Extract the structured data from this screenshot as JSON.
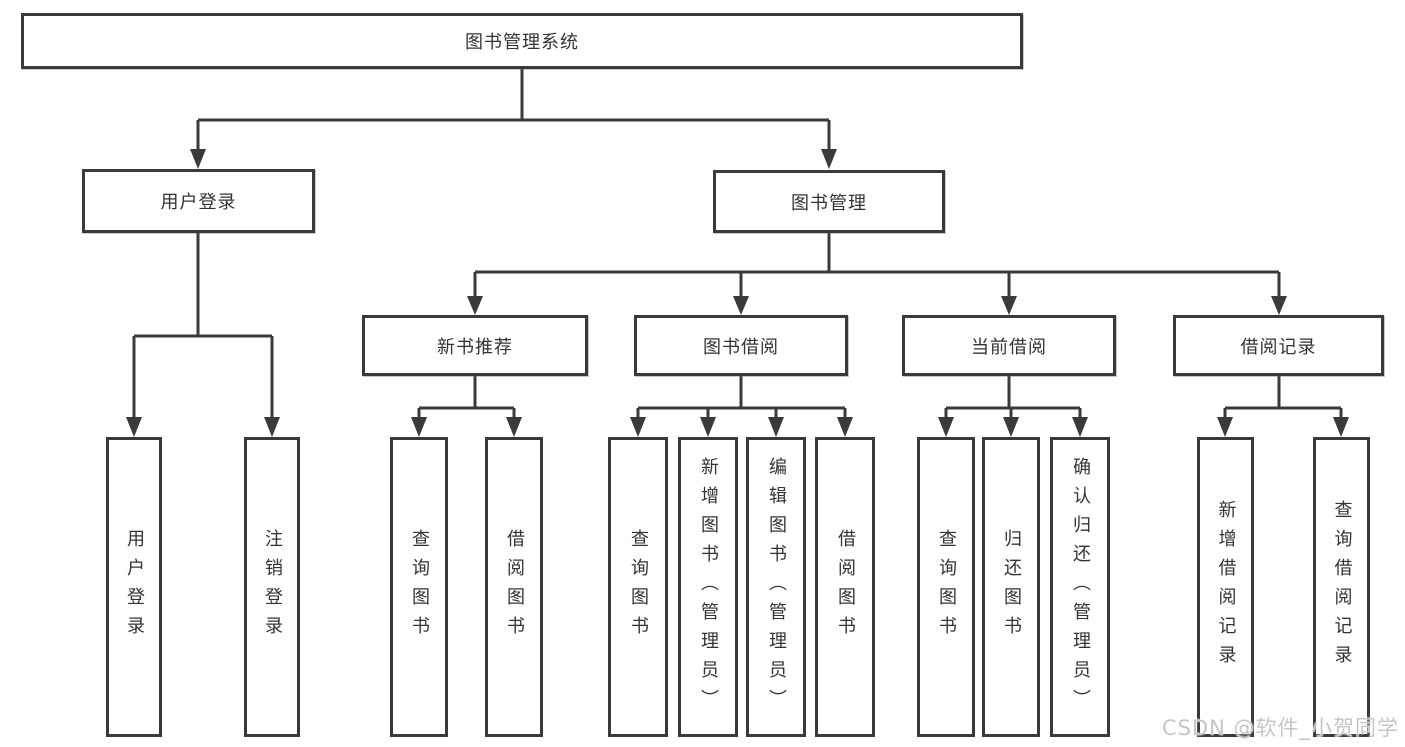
{
  "diagram": {
    "root": {
      "label": "图书管理系统",
      "children": [
        {
          "label": "用户登录",
          "children": [
            {
              "label": "用户登录"
            },
            {
              "label": "注销登录"
            }
          ]
        },
        {
          "label": "图书管理",
          "children": [
            {
              "label": "新书推荐",
              "children": [
                {
                  "label": "查询图书"
                },
                {
                  "label": "借阅图书"
                }
              ]
            },
            {
              "label": "图书借阅",
              "children": [
                {
                  "label": "查询图书"
                },
                {
                  "label": "新增图书（管理员）"
                },
                {
                  "label": "编辑图书（管理员）"
                },
                {
                  "label": "借阅图书"
                }
              ]
            },
            {
              "label": "当前借阅",
              "children": [
                {
                  "label": "查询图书"
                },
                {
                  "label": "归还图书"
                },
                {
                  "label": "确认归还（管理员）"
                }
              ]
            },
            {
              "label": "借阅记录",
              "children": [
                {
                  "label": "新增借阅记录"
                },
                {
                  "label": "查询借阅记录"
                }
              ]
            }
          ]
        }
      ]
    }
  },
  "watermark": "CSDN @软件_小贺同学",
  "colors": {
    "line": "#3a3a3a",
    "box_border": "#3a3a3a",
    "text": "#333333",
    "watermark": "#c6c6c6",
    "background": "#ffffff"
  }
}
